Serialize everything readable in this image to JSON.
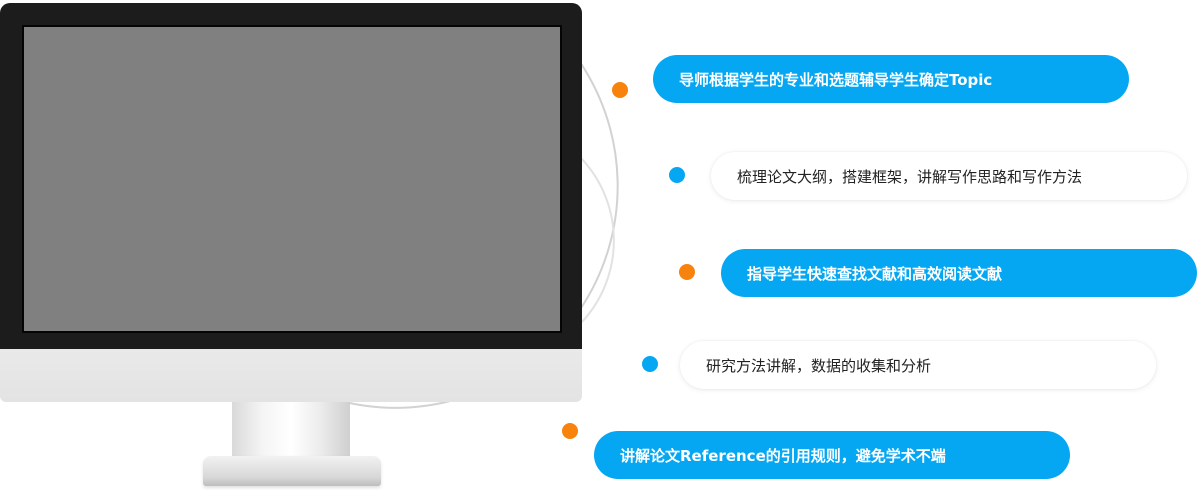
{
  "colors": {
    "accent_blue": "#05a7f3",
    "accent_orange": "#f7830c",
    "arc_gray": "#d4d4d4",
    "screen_gray": "#808080"
  },
  "steps": [
    {
      "label": "导师根据学生的专业和选题辅导学生确定Topic",
      "style": "filled",
      "dot_color": "orange"
    },
    {
      "label": "梳理论文大纲，搭建框架，讲解写作思路和写作方法",
      "style": "outline",
      "dot_color": "blue"
    },
    {
      "label": "指导学生快速查找文献和高效阅读文献",
      "style": "filled",
      "dot_color": "orange"
    },
    {
      "label": "研究方法讲解，数据的收集和分析",
      "style": "outline",
      "dot_color": "blue"
    },
    {
      "label": "讲解论文Reference的引用规则，避免学术不端",
      "style": "filled",
      "dot_color": "orange"
    }
  ]
}
